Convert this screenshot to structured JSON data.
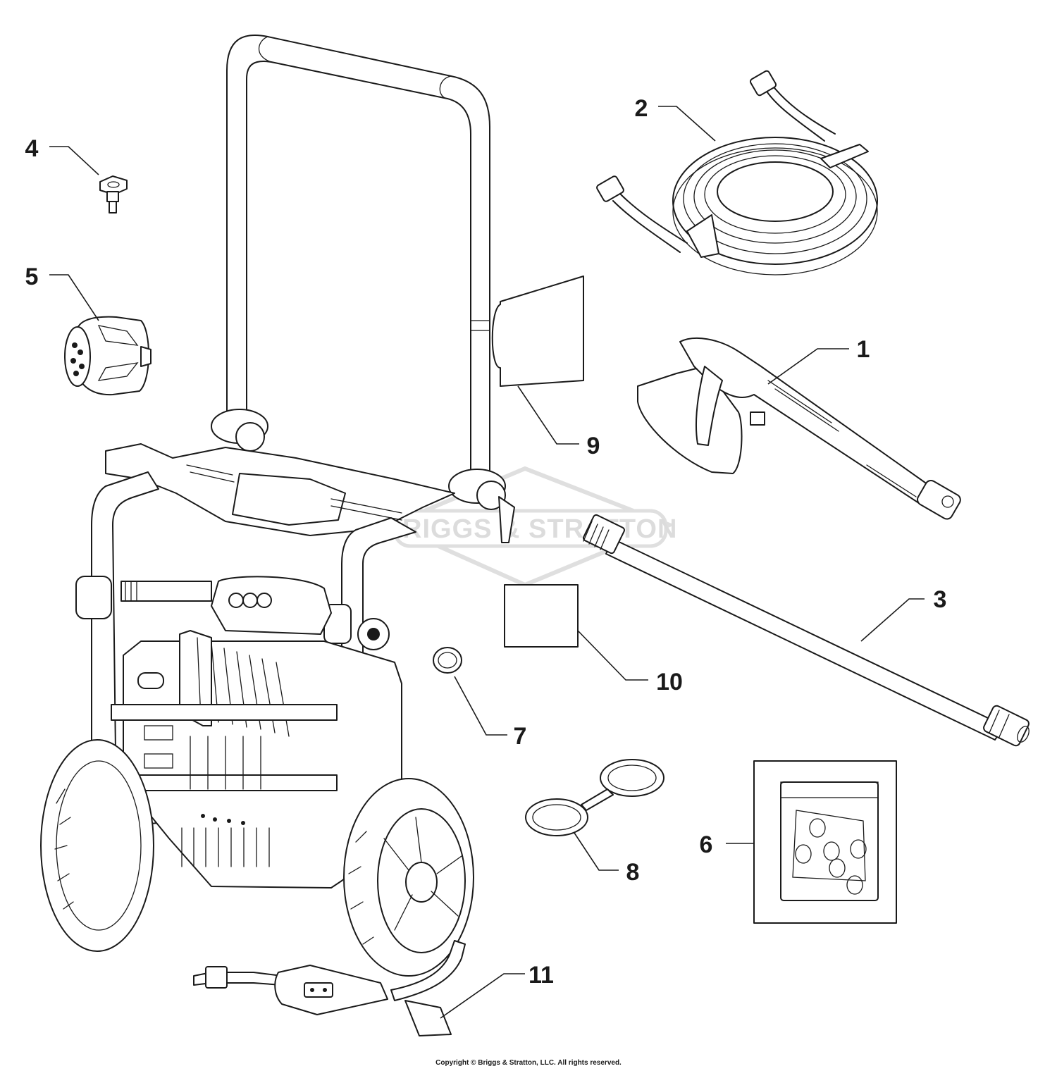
{
  "watermark": {
    "text": "BRIGGS & STRATTON",
    "mark": "®"
  },
  "callouts": {
    "c1": "1",
    "c2": "2",
    "c3": "3",
    "c4": "4",
    "c5": "5",
    "c6": "6",
    "c7": "7",
    "c8": "8",
    "c9": "9",
    "c10": "10",
    "c11": "11"
  },
  "footer": {
    "copyright": "Copyright © Briggs & Stratton, LLC. All rights reserved."
  },
  "colors": {
    "line": "#1a1a1a",
    "watermark": "#d9d9d9",
    "background": "#ffffff"
  }
}
